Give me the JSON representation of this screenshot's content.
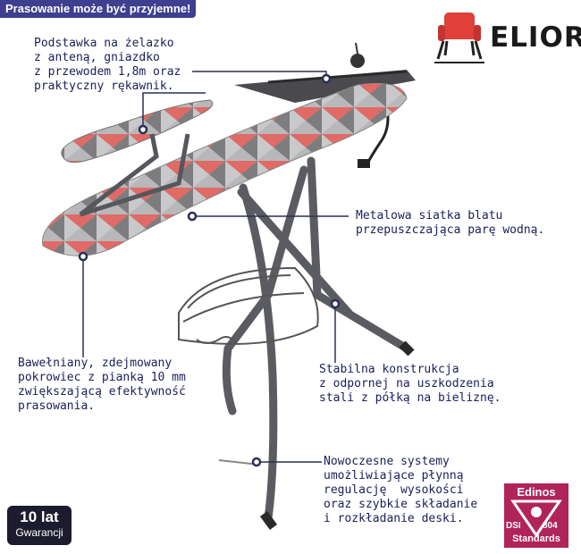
{
  "header": {
    "title": "Prasowanie może być przyjemne!"
  },
  "brand": {
    "name": "ELIOR",
    "icon": "armchair-icon",
    "accent": "#e0403a"
  },
  "callouts": [
    {
      "text": "Podstawka na żelazko\nz anteną, gniazdko\nz przewodem 1,8m oraz\npraktyczny rękawnik."
    },
    {
      "text": "Metalowa siatka blatu\nprzepuszczająca parę wodną."
    },
    {
      "text": "Bawełniany, zdejmowany\npokrowiec z pianką 10 mm\nzwiększającą efektywność\nprasowania."
    },
    {
      "text": "Stabilna konstrukcja\nz odpornej na uszkodzenia\nstali z półką na bieliznę."
    },
    {
      "text": "Nowoczesne systemy\numożliwiające płynną\nregulację  wysokości\noraz szybkie składanie\ni rozkładanie deski."
    }
  ],
  "warranty": {
    "years": "10 lat",
    "label": "Gwarancji"
  },
  "certificate": {
    "name": "Edinos",
    "left": "DSI",
    "right": "804",
    "label": "Standards"
  },
  "colors": {
    "text": "#1a1f5a",
    "frame": "#55575c",
    "board_grey": "#9a9a9a",
    "board_red": "#e26a68",
    "line": "#2a2f55"
  }
}
